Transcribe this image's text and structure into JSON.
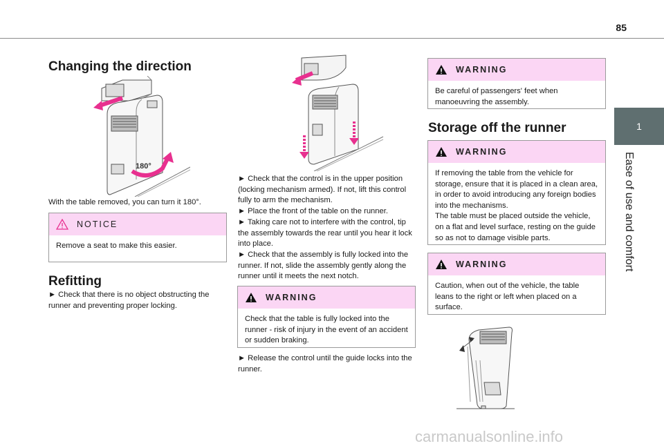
{
  "header": {
    "page_number": "85"
  },
  "chapter": {
    "tab_number": "1",
    "title": "Ease of use and comfort"
  },
  "col1": {
    "heading1": "Changing the direction",
    "fig1_label": "180°",
    "p1": "With the table removed, you can turn it 180°.",
    "notice": {
      "label": "NOTICE",
      "text": "Remove a seat to make this easier."
    },
    "heading2": "Refitting",
    "p2": "► Check that there is no object obstructing the runner and preventing proper locking."
  },
  "col2": {
    "p1": "► Check that the control is in the upper position (locking mechanism armed). If not, lift this control fully to arm the mechanism.",
    "p2": "► Place the front of the table on the runner.",
    "p3": "► Taking care not to interfere with the control, tip the assembly towards the rear until you hear it lock into place.",
    "p4": "► Check that the assembly is fully locked into the runner. If not, slide the assembly gently along the runner until it meets the next notch.",
    "warning": {
      "label": "WARNING",
      "text": "Check that the table is fully locked into the runner - risk of injury in the event of an accident or sudden braking."
    },
    "p5": "► Release the control until the guide locks into the runner."
  },
  "col3": {
    "warning1": {
      "label": "WARNING",
      "text": "Be careful of passengers' feet when manoeuvring the assembly."
    },
    "heading": "Storage off the runner",
    "warning2": {
      "label": "WARNING",
      "text": "If removing the table from the vehicle for storage, ensure that it is placed in a clean area, in order to avoid introducing any foreign bodies into the mechanisms.\nThe table must be placed outside the vehicle, on a flat and level surface, resting on the guide so as not to damage visible parts."
    },
    "warning3": {
      "label": "WARNING",
      "text": "Caution, when out of the vehicle, the table leans to the right or left when placed on a surface."
    }
  },
  "footer": {
    "watermark": "carmanualsonline.info"
  },
  "colors": {
    "accent_pink": "#fbd6f4",
    "arrow_magenta": "#e8308f",
    "tab_gray": "#5f6f70"
  },
  "icons": {
    "notice": "warning-outline-icon",
    "warning": "warning-filled-icon"
  }
}
